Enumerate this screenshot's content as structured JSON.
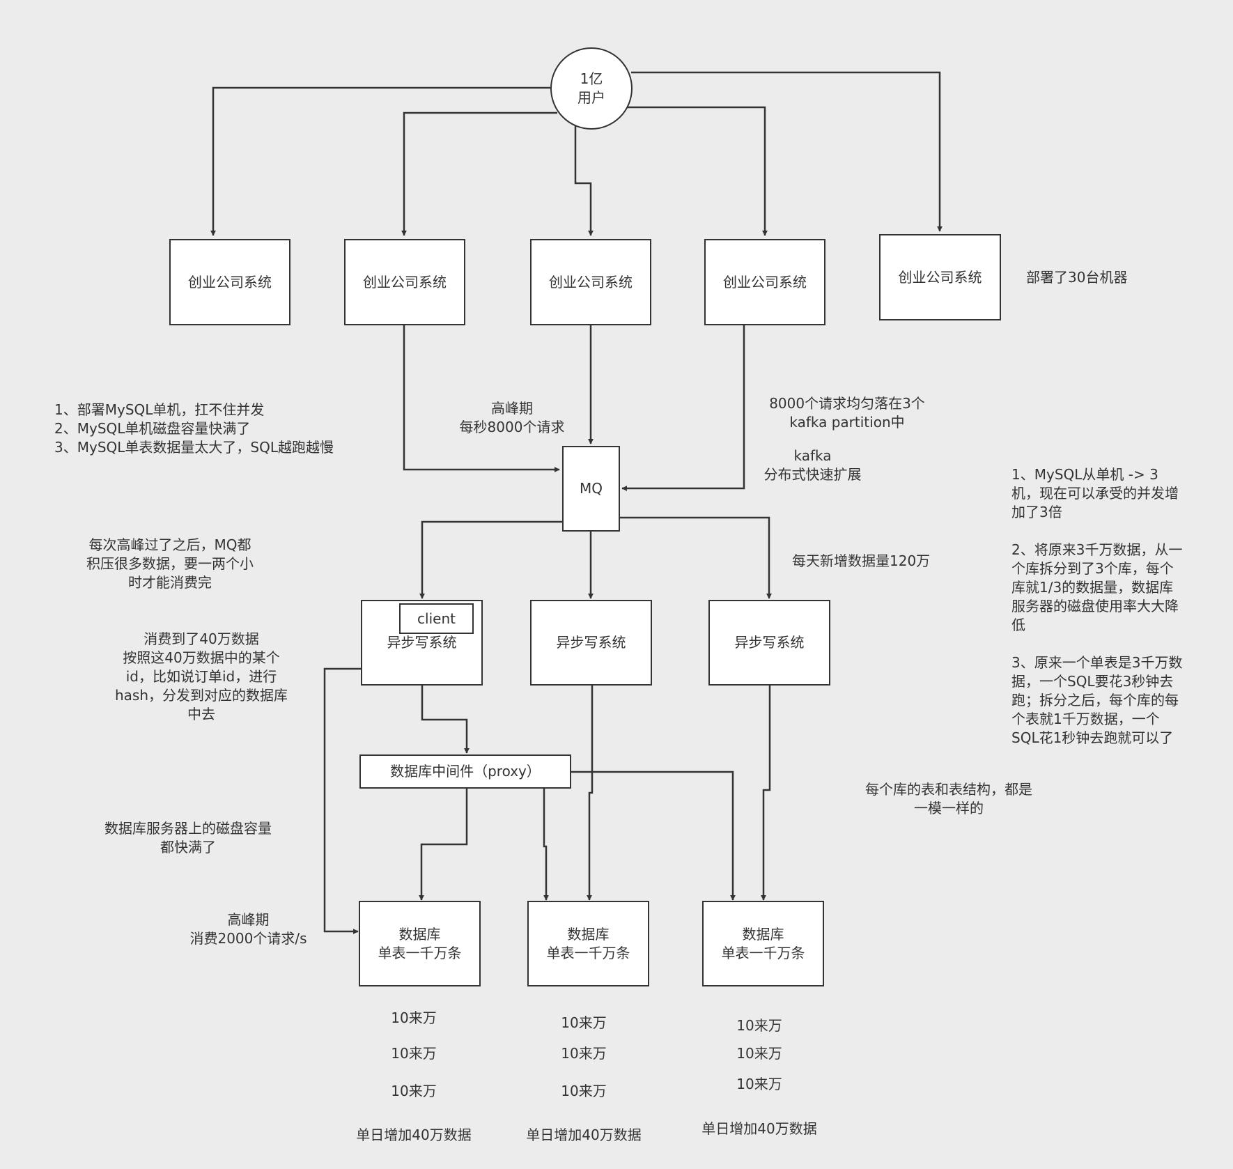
{
  "users": {
    "line1": "1亿",
    "line2": "用户"
  },
  "systems": [
    "创业公司系统",
    "创业公司系统",
    "创业公司系统",
    "创业公司系统",
    "创业公司系统"
  ],
  "mq": "MQ",
  "async_writers": [
    "异步写系统",
    "异步写系统",
    "异步写系统"
  ],
  "client": "client",
  "proxy": "数据库中间件（proxy）",
  "databases": [
    {
      "line1": "数据库",
      "line2": "单表一千万条"
    },
    {
      "line1": "数据库",
      "line2": "单表一千万条"
    },
    {
      "line1": "数据库",
      "line2": "单表一千万条"
    }
  ],
  "notes": {
    "machines": "部署了30台机器",
    "mysql_problems": [
      "1、部署MySQL单机，扛不住并发",
      "2、MySQL单机磁盘容量快满了",
      "3、MySQL单表数据量太大了，SQL越跑越慢"
    ],
    "peak_requests": [
      "高峰期",
      "每秒8000个请求"
    ],
    "kafka_partition": [
      "8000个请求均匀落在3个",
      "kafka partition中"
    ],
    "kafka_scale": [
      "kafka",
      "分布式快速扩展"
    ],
    "daily_new": "每天新增数据量120万",
    "mq_backlog": [
      "每次高峰过了之后，MQ都",
      "积压很多数据，要一两个小",
      "时才能消费完"
    ],
    "consume_hash": [
      "消费到了40万数据",
      "按照这40万数据中的某个",
      "id，比如说订单id，进行",
      "hash，分发到对应的数据库",
      "中去"
    ],
    "disk_full": [
      "数据库服务器上的磁盘容量",
      "都快满了"
    ],
    "peak_consume": [
      "高峰期",
      "消费2000个请求/s"
    ],
    "same_schema": [
      "每个库的表和表结构，都是",
      "一模一样的"
    ],
    "benefit1": [
      "1、MySQL从单机 -> 3",
      "机，现在可以承受的并发增",
      "加了3倍"
    ],
    "benefit2": [
      "2、将原来3千万数据，从一",
      "个库拆分到了3个库，每个",
      "库就1/3的数据量，数据库",
      "服务器的磁盘使用率大大降",
      "低"
    ],
    "benefit3": [
      "3、原来一个单表是3千万数",
      "据，一个SQL要花3秒钟去",
      "跑；拆分之后，每个库的每",
      "个表就1千万数据，一个",
      "SQL花1秒钟去跑就可以了"
    ],
    "db_increments": [
      {
        "rows": [
          "10来万",
          "10来万",
          "10来万"
        ],
        "total": "单日增加40万数据"
      },
      {
        "rows": [
          "10来万",
          "10来万",
          "10来万"
        ],
        "total": "单日增加40万数据"
      },
      {
        "rows": [
          "10来万",
          "10来万",
          "10来万"
        ],
        "total": "单日增加40万数据"
      }
    ]
  }
}
